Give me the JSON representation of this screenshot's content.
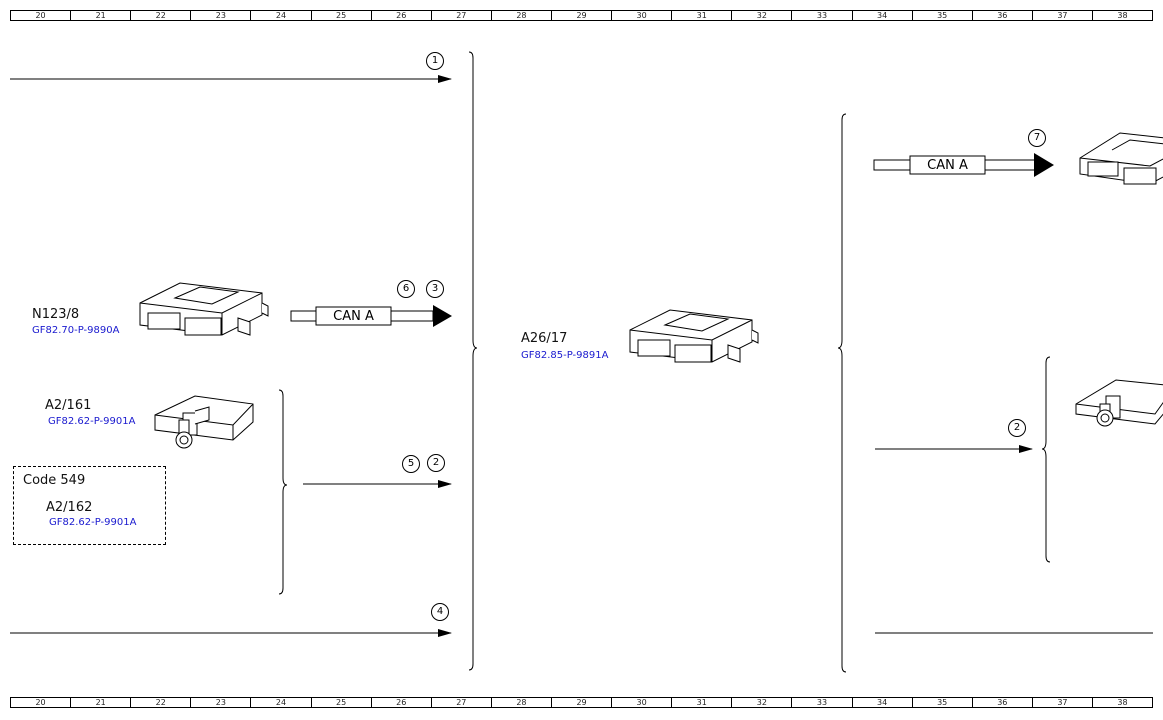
{
  "ruler": {
    "cells": [
      "20",
      "21",
      "22",
      "23",
      "24",
      "25",
      "26",
      "27",
      "28",
      "29",
      "30",
      "31",
      "32",
      "33",
      "34",
      "35",
      "36",
      "37",
      "38"
    ]
  },
  "components": {
    "n123": {
      "name": "N123/8",
      "ref": "GF82.70-P-9890A"
    },
    "a2_161": {
      "name": "A2/161",
      "ref": "GF82.62-P-9901A"
    },
    "a2_162": {
      "name": "A2/162",
      "ref": "GF82.62-P-9901A"
    },
    "a26": {
      "name": "A26/17",
      "ref": "GF82.85-P-9891A"
    }
  },
  "code_box": {
    "label": "Code 549"
  },
  "bus": {
    "can_a_label": "CAN A"
  },
  "markers": {
    "m1": "1",
    "m6": "6",
    "m3": "3",
    "m5": "5",
    "m2_left": "2",
    "m4": "4",
    "m7": "7",
    "m2_right": "2"
  },
  "colors": {
    "reference_link": "#1a1acf",
    "line": "#000000"
  }
}
